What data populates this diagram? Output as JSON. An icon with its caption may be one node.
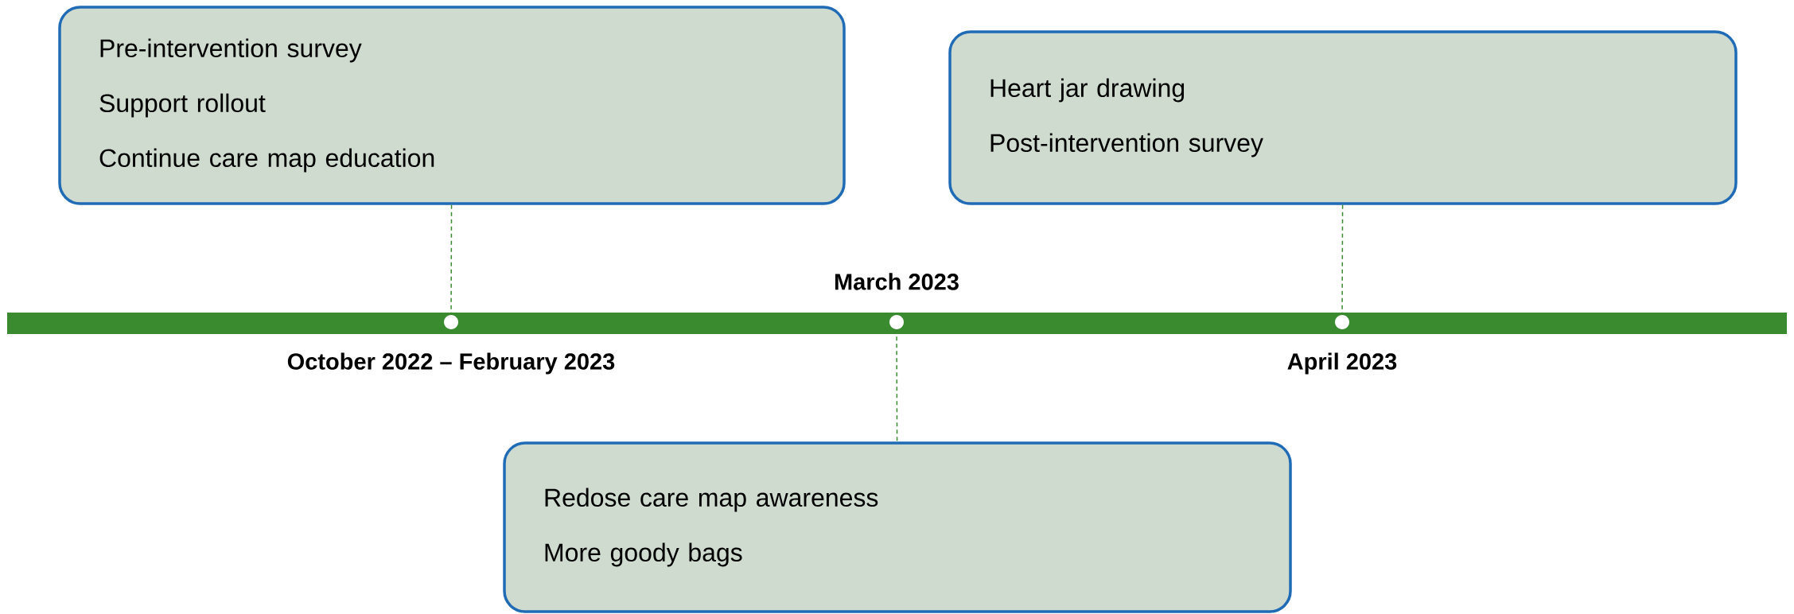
{
  "diagram": {
    "nodes": [
      {
        "text": [
          "Pre-intervention survey",
          "Support rollout",
          "Continue care map education"
        ]
      },
      {
        "text": [
          "Heart jar drawing",
          "Post-intervention survey"
        ]
      },
      {
        "text": [],
        "shape": "circle",
        "beside": [
          "October 2022 – February 2023"
        ]
      },
      {
        "text": [],
        "shape": "circle",
        "beside": [
          "March 2023"
        ]
      },
      {
        "text": [],
        "shape": "circle",
        "beside": [
          "April 2023"
        ]
      },
      {
        "text": [
          "Redose care map awareness",
          "More goody bags"
        ]
      }
    ],
    "edges": [
      {
        "from": 0,
        "to": 2,
        "arrow": "none",
        "style": "dashed"
      },
      {
        "from": 1,
        "to": 4,
        "arrow": "none",
        "style": "dashed"
      },
      {
        "from": 3,
        "to": 5,
        "arrow": "none",
        "style": "dashed"
      }
    ]
  }
}
